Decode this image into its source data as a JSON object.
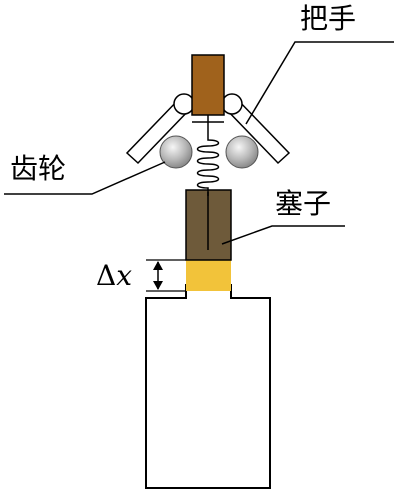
{
  "labels": {
    "handle": "把手",
    "gear": "齿轮",
    "plug": "塞子",
    "delta_symbol": "Δ",
    "delta_var": "x"
  },
  "colors": {
    "handle_fill": "#A0621C",
    "plug_fill": "#6E5A3A",
    "gap_fill": "#F2C33A",
    "gear_fill": "#B8B8B8",
    "line": "#000000",
    "background": "#FFFFFF"
  }
}
